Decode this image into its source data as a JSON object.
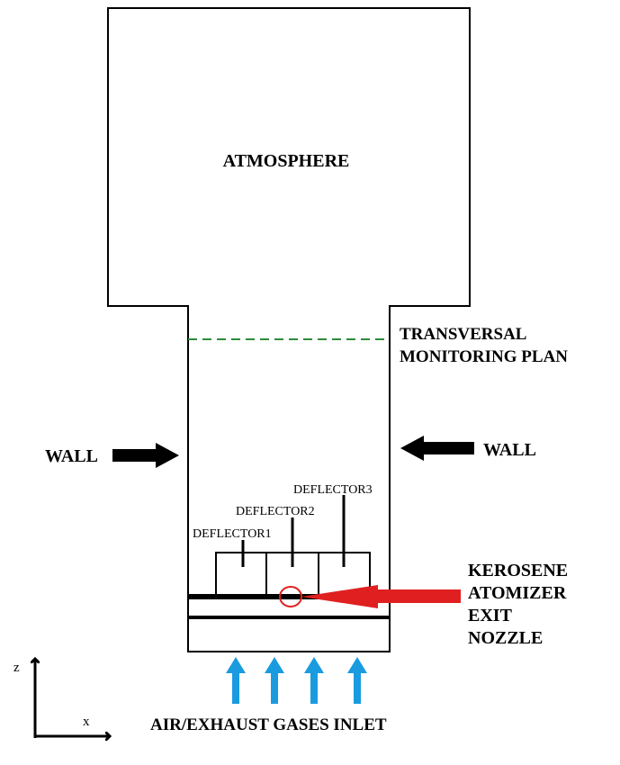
{
  "labels": {
    "atmosphere": "ATMOSPHERE",
    "monitoring_line1": "TRANSVERSAL",
    "monitoring_line2": "MONITORING PLAN",
    "wall_left": "WALL",
    "wall_right": "WALL",
    "deflector1": "DEFLECTOR1",
    "deflector2": "DEFLECTOR2",
    "deflector3": "DEFLECTOR3",
    "nozzle_line1": "KEROSENE",
    "nozzle_line2": "ATOMIZER",
    "nozzle_line3": "EXIT",
    "nozzle_line4": "NOZZLE",
    "inlet": "AIR/EXHAUST GASES INLET",
    "axis_z": "z",
    "axis_x": "x"
  },
  "colors": {
    "outline": "#000000",
    "monitoring_plane": "#2e8b3a",
    "inlet_arrows": "#1a9be0",
    "nozzle_marker": "#e02020"
  }
}
